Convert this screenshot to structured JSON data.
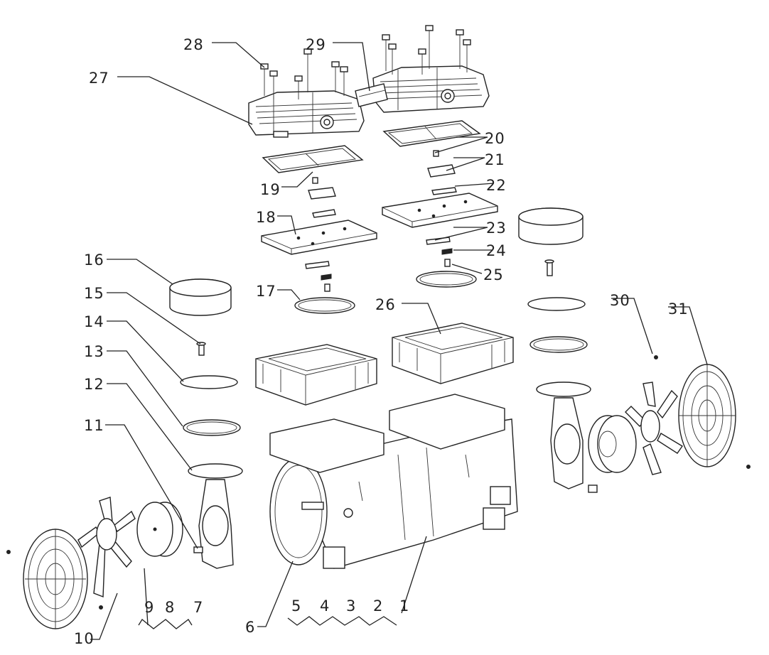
{
  "callouts": {
    "c1": "1",
    "c2": "2",
    "c3": "3",
    "c4": "4",
    "c5": "5",
    "c6": "6",
    "c7": "7",
    "c8": "8",
    "c9": "9",
    "c10": "10",
    "c11": "11",
    "c12": "12",
    "c13": "13",
    "c14": "14",
    "c15": "15",
    "c16": "16",
    "c17": "17",
    "c18": "18",
    "c19": "19",
    "c20": "20",
    "c21": "21",
    "c22": "22",
    "c23": "23",
    "c24": "24",
    "c25": "25",
    "c26": "26",
    "c27": "27",
    "c28": "28",
    "c29": "29",
    "c30": "30",
    "c31": "31"
  },
  "colors": {
    "line": "#222222",
    "background": "#ffffff"
  }
}
